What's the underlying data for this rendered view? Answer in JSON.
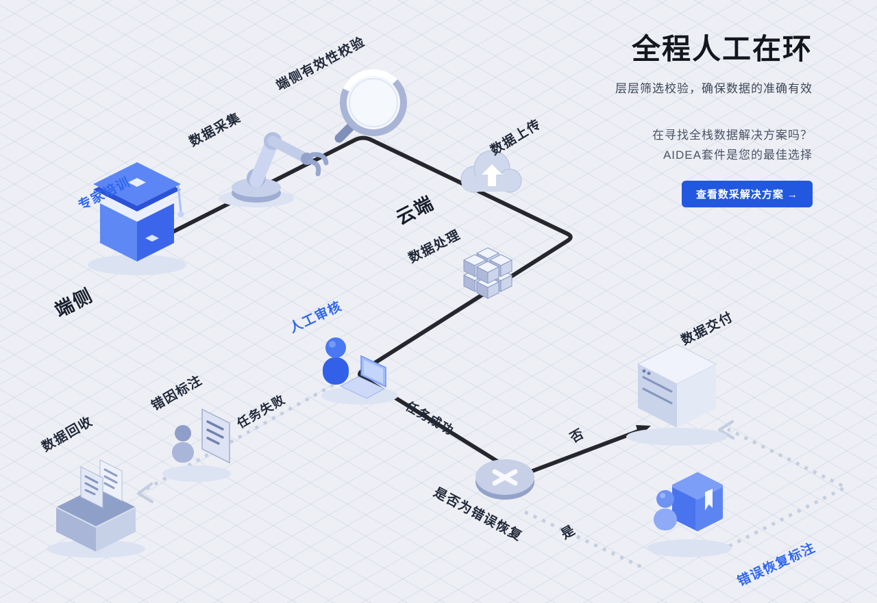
{
  "header": {
    "title": "全程人工在环",
    "subtitle": "层层筛选校验，确保数据的准确有效",
    "pitch_line1": "在寻找全栈数据解决方案吗？",
    "pitch_line2": "AIDEA套件是您的最佳选择",
    "cta_label": "查看数采解决方案 →"
  },
  "diagram": {
    "nodes": {
      "expert_training": "专家培训",
      "edge_side": "端侧",
      "data_collection": "数据采集",
      "edge_validation": "端侧有效性校验",
      "data_upload": "数据上传",
      "cloud_side": "云端",
      "data_processing": "数据处理",
      "manual_review": "人工审核",
      "task_failed": "任务失败",
      "task_success": "任务成功",
      "error_cause_labeling": "错因标注",
      "data_recycle": "数据回收",
      "decision": "是否为错误恢复",
      "no": "否",
      "yes": "是",
      "data_delivery": "数据交付",
      "error_recovery_labeling": "错误恢复标注"
    },
    "icons": {
      "expert_training": "graduation-cap-box",
      "data_collection": "robot-arm",
      "edge_validation": "magnifier",
      "data_upload": "cloud-upload",
      "data_processing": "cube-cluster",
      "manual_review": "person-laptop",
      "error_cause_labeling": "person-document",
      "data_recycle": "box-documents",
      "decision": "x-disc",
      "data_delivery": "server-box",
      "error_recovery_labeling": "person-book"
    }
  },
  "colors": {
    "accent_blue": "#2257e0",
    "label_blue": "#2f66ee",
    "label_dark": "#202838",
    "line_solid": "#26272c",
    "line_dotted": "#c5cee1",
    "background": "#edeff5"
  }
}
